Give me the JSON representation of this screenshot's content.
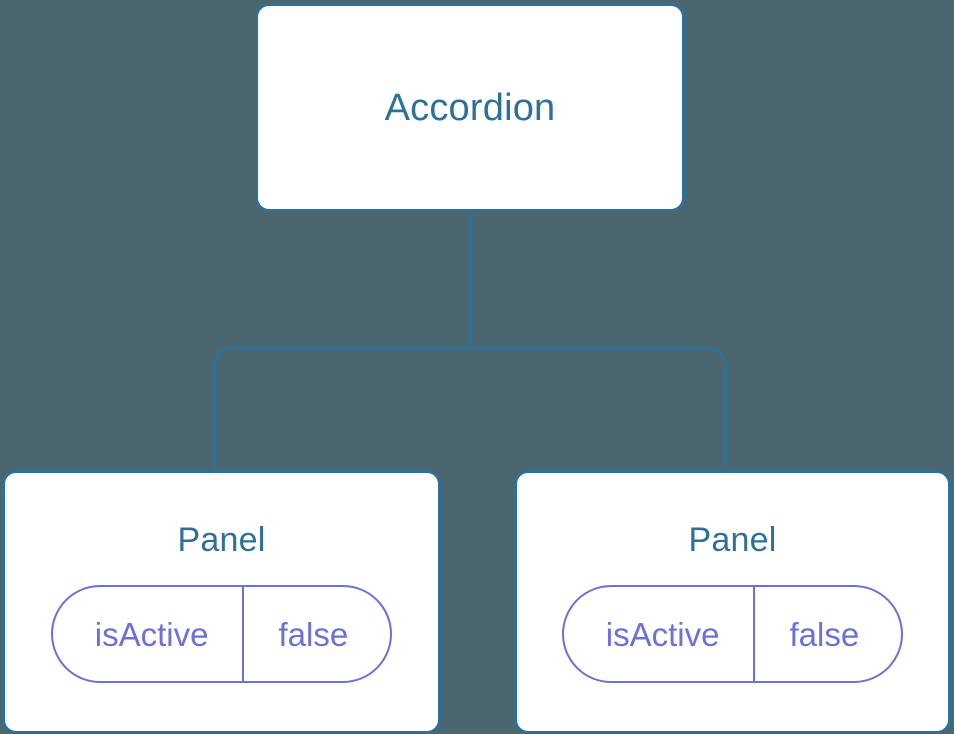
{
  "diagram": {
    "type": "component-tree",
    "background_color": "#4c6670",
    "node_border_color": "#2d7099",
    "node_title_color": "#2d7099",
    "prop_color": "#6b70dd",
    "edge_color": "#2d7099",
    "root": {
      "title": "Accordion"
    },
    "children": [
      {
        "title": "Panel",
        "prop": {
          "key": "isActive",
          "value": "false"
        }
      },
      {
        "title": "Panel",
        "prop": {
          "key": "isActive",
          "value": "false"
        }
      }
    ]
  }
}
